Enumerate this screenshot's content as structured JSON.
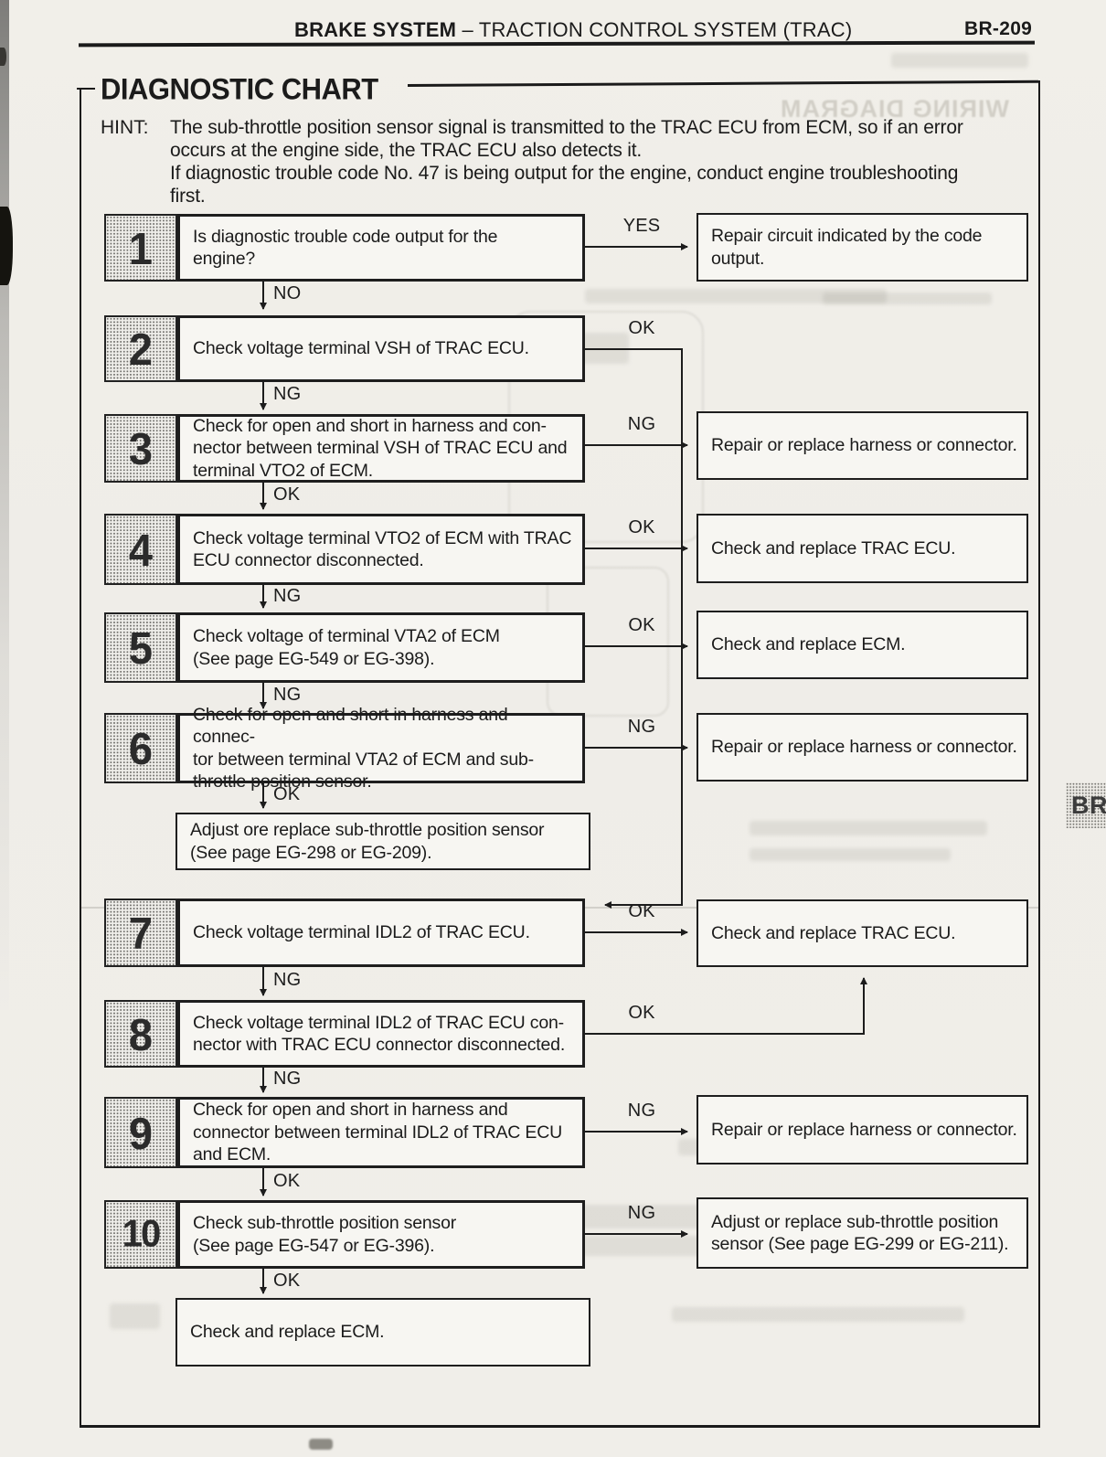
{
  "header": {
    "system": "BRAKE SYSTEM",
    "section": " – TRACTION CONTROL SYSTEM (TRAC)",
    "page_code": "BR-209"
  },
  "title": "DIAGNOSTIC CHART",
  "hint": {
    "label": "HINT:",
    "text": "The sub-throttle position sensor signal is transmitted to the TRAC ECU from ECM, so if an error\noccurs at the engine side, the TRAC ECU also detects it.\nIf diagnostic trouble code No. 47 is being output for the engine, conduct engine troubleshooting\nfirst."
  },
  "side_tab": "BR",
  "artifacts": {
    "bleed_through_title": "WIRING DIAGRAM"
  },
  "flow": {
    "steps": [
      {
        "num": "1",
        "text": "Is diagnostic trouble code output for the\nengine?"
      },
      {
        "num": "2",
        "text": "Check voltage terminal VSH of TRAC ECU."
      },
      {
        "num": "3",
        "text": "Check for open and short in harness and con-\nnector between terminal VSH of TRAC ECU and\nterminal VTO2 of ECM."
      },
      {
        "num": "4",
        "text": "Check voltage terminal VTO2 of ECM with TRAC\nECU connector disconnected."
      },
      {
        "num": "5",
        "text": "Check voltage of terminal VTA2 of ECM\n(See page EG-549 or EG-398)."
      },
      {
        "num": "6",
        "text": "Check for open and short in harness and connec-\ntor between terminal VTA2 of ECM and sub-\nthrottle position sensor."
      },
      {
        "num": "7",
        "text": "Check voltage terminal IDL2 of TRAC ECU."
      },
      {
        "num": "8",
        "text": "Check voltage terminal IDL2 of TRAC ECU con-\nnector with TRAC ECU connector disconnected."
      },
      {
        "num": "9",
        "text": "Check for open and short in harness and\nconnector between terminal IDL2 of TRAC ECU\nand ECM."
      },
      {
        "num": "10",
        "text": "Check sub-throttle position sensor\n(See page EG-547 or EG-396)."
      }
    ],
    "plain_boxes": [
      {
        "text": "Adjust ore replace sub-throttle position sensor\n(See page EG-298 or EG-209)."
      },
      {
        "text": "Check and replace ECM."
      }
    ],
    "results": [
      {
        "text": "Repair circuit indicated by the code\noutput."
      },
      {
        "text": "Repair or replace harness or connector."
      },
      {
        "text": "Check and replace TRAC ECU."
      },
      {
        "text": "Check and replace ECM."
      },
      {
        "text": "Repair or replace harness or connector."
      },
      {
        "text": "Check and replace TRAC ECU."
      },
      {
        "text": "Repair or replace harness or connector."
      },
      {
        "text": "Adjust or replace sub-throttle position\nsensor (See page EG-299 or EG-211)."
      }
    ],
    "labels": [
      "YES",
      "NO",
      "OK",
      "NG",
      "NG",
      "OK",
      "OK",
      "NG",
      "OK",
      "NG",
      "NG",
      "OK",
      "OK",
      "NG",
      "OK",
      "NG",
      "NG",
      "OK",
      "NG",
      "OK"
    ]
  }
}
